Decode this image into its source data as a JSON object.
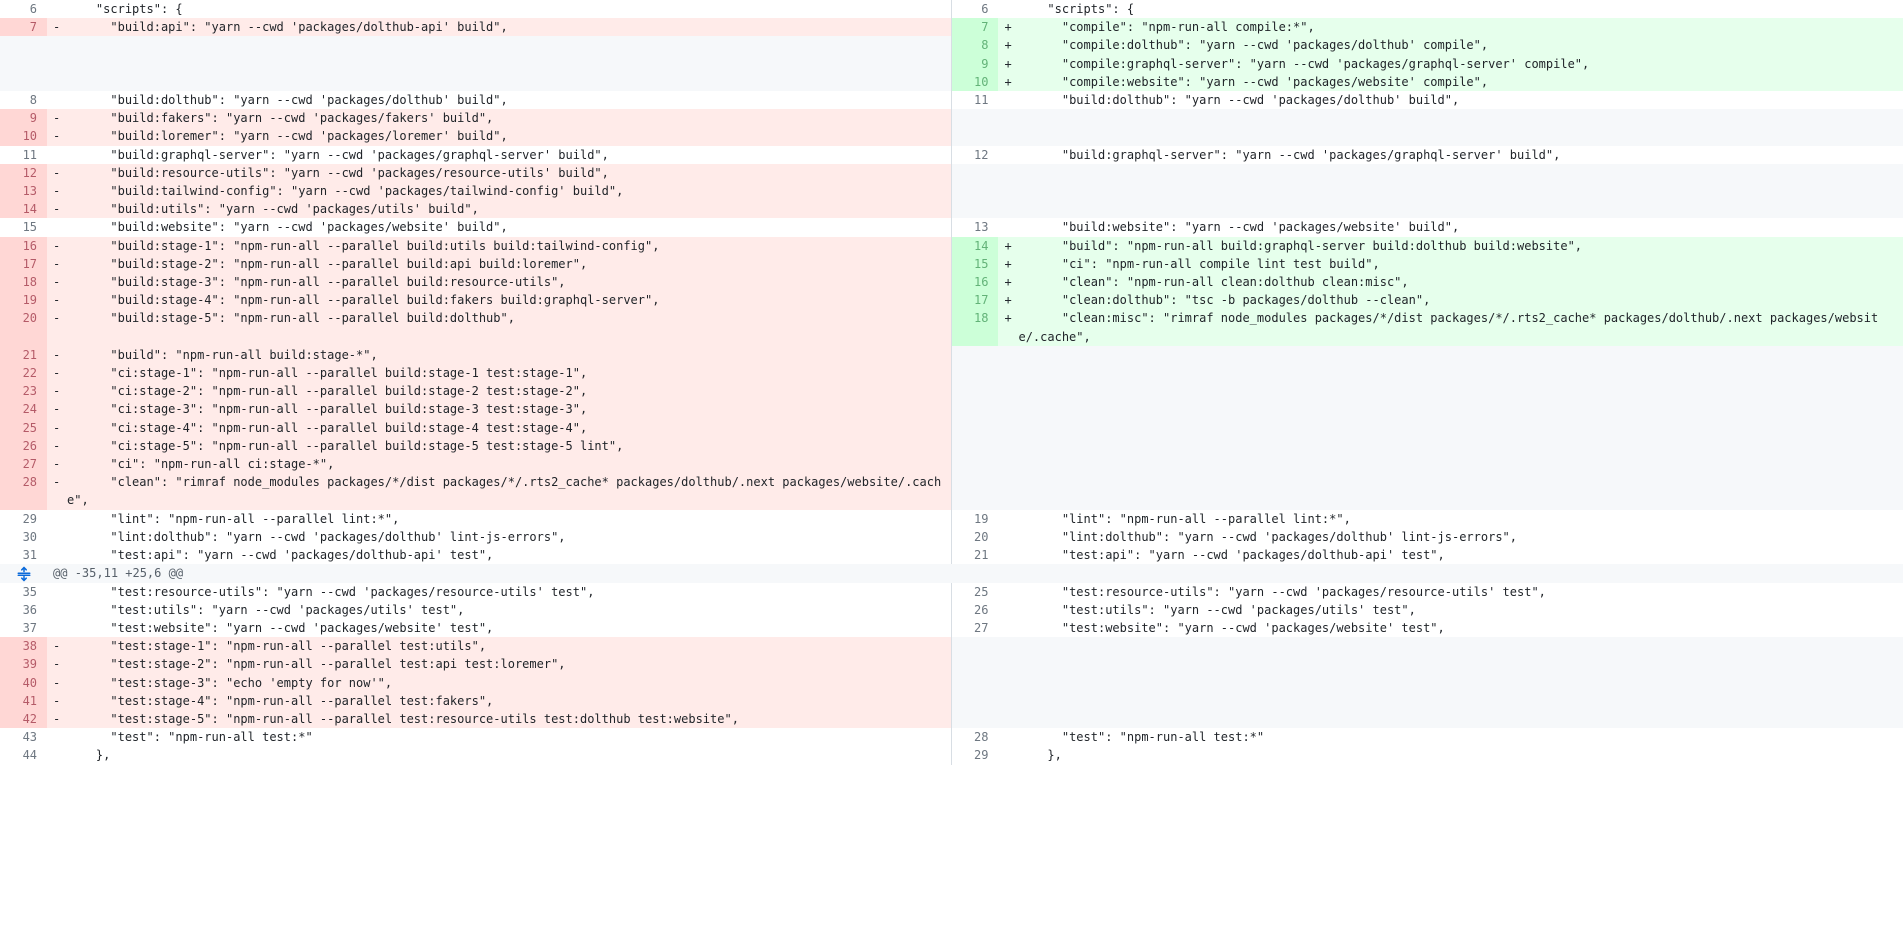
{
  "meta": {
    "view": "split-diff",
    "file_language": "json",
    "colors": {
      "add_bg": "#e6ffec",
      "add_num_bg": "#ccffd8",
      "del_bg": "#ffebe9",
      "del_num_bg": "#ffd7d5",
      "blank_bg": "#f6f8fa",
      "hunk_bg": "#f6f8fa",
      "hunk_expand_bg": "#ddf4ff",
      "text": "#1f2328",
      "line_number": "#6e7781",
      "accent": "#0969da"
    }
  },
  "hunk": {
    "expand_icon": "unfold-expand-icon",
    "header": "@@ -35,11 +25,6 @@"
  },
  "rows": [
    {
      "left": {
        "num": "6",
        "sign": "",
        "code": "    \"scripts\": {",
        "type": "ctx"
      },
      "right": {
        "num": "6",
        "sign": "",
        "code": "    \"scripts\": {",
        "type": "ctx"
      }
    },
    {
      "left": {
        "num": "7",
        "sign": "-",
        "code": "      \"build:api\": \"yarn --cwd 'packages/dolthub-api' build\",",
        "type": "del"
      },
      "right": {
        "num": "7",
        "sign": "+",
        "code": "      \"compile\": \"npm-run-all compile:*\",",
        "type": "add"
      }
    },
    {
      "left": {
        "num": "",
        "sign": "",
        "code": "",
        "type": "blank"
      },
      "right": {
        "num": "8",
        "sign": "+",
        "code": "      \"compile:dolthub\": \"yarn --cwd 'packages/dolthub' compile\",",
        "type": "add"
      }
    },
    {
      "left": {
        "num": "",
        "sign": "",
        "code": "",
        "type": "blank"
      },
      "right": {
        "num": "9",
        "sign": "+",
        "code": "      \"compile:graphql-server\": \"yarn --cwd 'packages/graphql-server' compile\",",
        "type": "add"
      }
    },
    {
      "left": {
        "num": "",
        "sign": "",
        "code": "",
        "type": "blank"
      },
      "right": {
        "num": "10",
        "sign": "+",
        "code": "      \"compile:website\": \"yarn --cwd 'packages/website' compile\",",
        "type": "add"
      }
    },
    {
      "left": {
        "num": "8",
        "sign": "",
        "code": "      \"build:dolthub\": \"yarn --cwd 'packages/dolthub' build\",",
        "type": "ctx"
      },
      "right": {
        "num": "11",
        "sign": "",
        "code": "      \"build:dolthub\": \"yarn --cwd 'packages/dolthub' build\",",
        "type": "ctx"
      }
    },
    {
      "left": {
        "num": "9",
        "sign": "-",
        "code": "      \"build:fakers\": \"yarn --cwd 'packages/fakers' build\",",
        "type": "del"
      },
      "right": {
        "num": "",
        "sign": "",
        "code": "",
        "type": "blank"
      }
    },
    {
      "left": {
        "num": "10",
        "sign": "-",
        "code": "      \"build:loremer\": \"yarn --cwd 'packages/loremer' build\",",
        "type": "del"
      },
      "right": {
        "num": "",
        "sign": "",
        "code": "",
        "type": "blank"
      }
    },
    {
      "left": {
        "num": "11",
        "sign": "",
        "code": "      \"build:graphql-server\": \"yarn --cwd 'packages/graphql-server' build\",",
        "type": "ctx"
      },
      "right": {
        "num": "12",
        "sign": "",
        "code": "      \"build:graphql-server\": \"yarn --cwd 'packages/graphql-server' build\",",
        "type": "ctx"
      }
    },
    {
      "left": {
        "num": "12",
        "sign": "-",
        "code": "      \"build:resource-utils\": \"yarn --cwd 'packages/resource-utils' build\",",
        "type": "del"
      },
      "right": {
        "num": "",
        "sign": "",
        "code": "",
        "type": "blank"
      }
    },
    {
      "left": {
        "num": "13",
        "sign": "-",
        "code": "      \"build:tailwind-config\": \"yarn --cwd 'packages/tailwind-config' build\",",
        "type": "del"
      },
      "right": {
        "num": "",
        "sign": "",
        "code": "",
        "type": "blank"
      }
    },
    {
      "left": {
        "num": "14",
        "sign": "-",
        "code": "      \"build:utils\": \"yarn --cwd 'packages/utils' build\",",
        "type": "del"
      },
      "right": {
        "num": "",
        "sign": "",
        "code": "",
        "type": "blank"
      }
    },
    {
      "left": {
        "num": "15",
        "sign": "",
        "code": "      \"build:website\": \"yarn --cwd 'packages/website' build\",",
        "type": "ctx"
      },
      "right": {
        "num": "13",
        "sign": "",
        "code": "      \"build:website\": \"yarn --cwd 'packages/website' build\",",
        "type": "ctx"
      }
    },
    {
      "left": {
        "num": "16",
        "sign": "-",
        "code": "      \"build:stage-1\": \"npm-run-all --parallel build:utils build:tailwind-config\",",
        "type": "del"
      },
      "right": {
        "num": "14",
        "sign": "+",
        "code": "      \"build\": \"npm-run-all build:graphql-server build:dolthub build:website\",",
        "type": "add"
      }
    },
    {
      "left": {
        "num": "17",
        "sign": "-",
        "code": "      \"build:stage-2\": \"npm-run-all --parallel build:api build:loremer\",",
        "type": "del"
      },
      "right": {
        "num": "15",
        "sign": "+",
        "code": "      \"ci\": \"npm-run-all compile lint test build\",",
        "type": "add"
      }
    },
    {
      "left": {
        "num": "18",
        "sign": "-",
        "code": "      \"build:stage-3\": \"npm-run-all --parallel build:resource-utils\",",
        "type": "del"
      },
      "right": {
        "num": "16",
        "sign": "+",
        "code": "      \"clean\": \"npm-run-all clean:dolthub clean:misc\",",
        "type": "add"
      }
    },
    {
      "left": {
        "num": "19",
        "sign": "-",
        "code": "      \"build:stage-4\": \"npm-run-all --parallel build:fakers build:graphql-server\",",
        "type": "del"
      },
      "right": {
        "num": "17",
        "sign": "+",
        "code": "      \"clean:dolthub\": \"tsc -b packages/dolthub --clean\",",
        "type": "add"
      }
    },
    {
      "left": {
        "num": "20",
        "sign": "-",
        "code": "      \"build:stage-5\": \"npm-run-all --parallel build:dolthub\",",
        "type": "del"
      },
      "right": {
        "num": "18",
        "sign": "+",
        "code": "      \"clean:misc\": \"rimraf node_modules packages/*/dist packages/*/.rts2_cache* packages/dolthub/.next packages/website/.cache\",",
        "type": "add"
      }
    },
    {
      "left": {
        "num": "21",
        "sign": "-",
        "code": "      \"build\": \"npm-run-all build:stage-*\",",
        "type": "del"
      },
      "right": {
        "num": "",
        "sign": "",
        "code": "",
        "type": "blank"
      }
    },
    {
      "left": {
        "num": "22",
        "sign": "-",
        "code": "      \"ci:stage-1\": \"npm-run-all --parallel build:stage-1 test:stage-1\",",
        "type": "del"
      },
      "right": {
        "num": "",
        "sign": "",
        "code": "",
        "type": "blank"
      }
    },
    {
      "left": {
        "num": "23",
        "sign": "-",
        "code": "      \"ci:stage-2\": \"npm-run-all --parallel build:stage-2 test:stage-2\",",
        "type": "del"
      },
      "right": {
        "num": "",
        "sign": "",
        "code": "",
        "type": "blank"
      }
    },
    {
      "left": {
        "num": "24",
        "sign": "-",
        "code": "      \"ci:stage-3\": \"npm-run-all --parallel build:stage-3 test:stage-3\",",
        "type": "del"
      },
      "right": {
        "num": "",
        "sign": "",
        "code": "",
        "type": "blank"
      }
    },
    {
      "left": {
        "num": "25",
        "sign": "-",
        "code": "      \"ci:stage-4\": \"npm-run-all --parallel build:stage-4 test:stage-4\",",
        "type": "del"
      },
      "right": {
        "num": "",
        "sign": "",
        "code": "",
        "type": "blank"
      }
    },
    {
      "left": {
        "num": "26",
        "sign": "-",
        "code": "      \"ci:stage-5\": \"npm-run-all --parallel build:stage-5 test:stage-5 lint\",",
        "type": "del"
      },
      "right": {
        "num": "",
        "sign": "",
        "code": "",
        "type": "blank"
      }
    },
    {
      "left": {
        "num": "27",
        "sign": "-",
        "code": "      \"ci\": \"npm-run-all ci:stage-*\",",
        "type": "del"
      },
      "right": {
        "num": "",
        "sign": "",
        "code": "",
        "type": "blank"
      }
    },
    {
      "left": {
        "num": "28",
        "sign": "-",
        "code": "      \"clean\": \"rimraf node_modules packages/*/dist packages/*/.rts2_cache* packages/dolthub/.next packages/website/.cache\",",
        "type": "del"
      },
      "right": {
        "num": "",
        "sign": "",
        "code": "",
        "type": "blank"
      }
    },
    {
      "left": {
        "num": "29",
        "sign": "",
        "code": "      \"lint\": \"npm-run-all --parallel lint:*\",",
        "type": "ctx"
      },
      "right": {
        "num": "19",
        "sign": "",
        "code": "      \"lint\": \"npm-run-all --parallel lint:*\",",
        "type": "ctx"
      }
    },
    {
      "left": {
        "num": "30",
        "sign": "",
        "code": "      \"lint:dolthub\": \"yarn --cwd 'packages/dolthub' lint-js-errors\",",
        "type": "ctx"
      },
      "right": {
        "num": "20",
        "sign": "",
        "code": "      \"lint:dolthub\": \"yarn --cwd 'packages/dolthub' lint-js-errors\",",
        "type": "ctx"
      }
    },
    {
      "left": {
        "num": "31",
        "sign": "",
        "code": "      \"test:api\": \"yarn --cwd 'packages/dolthub-api' test\",",
        "type": "ctx"
      },
      "right": {
        "num": "21",
        "sign": "",
        "code": "      \"test:api\": \"yarn --cwd 'packages/dolthub-api' test\",",
        "type": "ctx"
      }
    },
    {
      "left": {
        "num": "35",
        "sign": "",
        "code": "      \"test:resource-utils\": \"yarn --cwd 'packages/resource-utils' test\",",
        "type": "ctx"
      },
      "right": {
        "num": "25",
        "sign": "",
        "code": "      \"test:resource-utils\": \"yarn --cwd 'packages/resource-utils' test\",",
        "type": "ctx"
      }
    },
    {
      "left": {
        "num": "36",
        "sign": "",
        "code": "      \"test:utils\": \"yarn --cwd 'packages/utils' test\",",
        "type": "ctx"
      },
      "right": {
        "num": "26",
        "sign": "",
        "code": "      \"test:utils\": \"yarn --cwd 'packages/utils' test\",",
        "type": "ctx"
      }
    },
    {
      "left": {
        "num": "37",
        "sign": "",
        "code": "      \"test:website\": \"yarn --cwd 'packages/website' test\",",
        "type": "ctx"
      },
      "right": {
        "num": "27",
        "sign": "",
        "code": "      \"test:website\": \"yarn --cwd 'packages/website' test\",",
        "type": "ctx"
      }
    },
    {
      "left": {
        "num": "38",
        "sign": "-",
        "code": "      \"test:stage-1\": \"npm-run-all --parallel test:utils\",",
        "type": "del"
      },
      "right": {
        "num": "",
        "sign": "",
        "code": "",
        "type": "blank"
      }
    },
    {
      "left": {
        "num": "39",
        "sign": "-",
        "code": "      \"test:stage-2\": \"npm-run-all --parallel test:api test:loremer\",",
        "type": "del"
      },
      "right": {
        "num": "",
        "sign": "",
        "code": "",
        "type": "blank"
      }
    },
    {
      "left": {
        "num": "40",
        "sign": "-",
        "code": "      \"test:stage-3\": \"echo 'empty for now'\",",
        "type": "del"
      },
      "right": {
        "num": "",
        "sign": "",
        "code": "",
        "type": "blank"
      }
    },
    {
      "left": {
        "num": "41",
        "sign": "-",
        "code": "      \"test:stage-4\": \"npm-run-all --parallel test:fakers\",",
        "type": "del"
      },
      "right": {
        "num": "",
        "sign": "",
        "code": "",
        "type": "blank"
      }
    },
    {
      "left": {
        "num": "42",
        "sign": "-",
        "code": "      \"test:stage-5\": \"npm-run-all --parallel test:resource-utils test:dolthub test:website\",",
        "type": "del"
      },
      "right": {
        "num": "",
        "sign": "",
        "code": "",
        "type": "blank"
      }
    },
    {
      "left": {
        "num": "43",
        "sign": "",
        "code": "      \"test\": \"npm-run-all test:*\"",
        "type": "ctx"
      },
      "right": {
        "num": "28",
        "sign": "",
        "code": "      \"test\": \"npm-run-all test:*\"",
        "type": "ctx"
      }
    },
    {
      "left": {
        "num": "44",
        "sign": "",
        "code": "    },",
        "type": "ctx"
      },
      "right": {
        "num": "29",
        "sign": "",
        "code": "    },",
        "type": "ctx"
      }
    }
  ],
  "hunk_row_index": 29
}
